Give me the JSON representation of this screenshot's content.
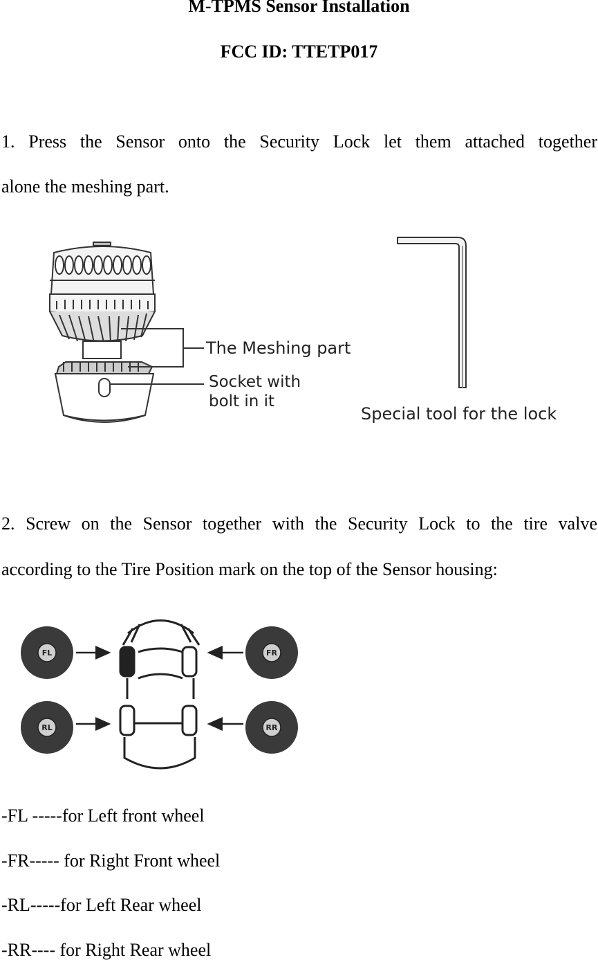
{
  "header": {
    "title": "M-TPMS Sensor Installation",
    "fcc_id": "FCC ID: TTETP017"
  },
  "step1": {
    "line1": "1. Press the Sensor onto the Security Lock let them attached together",
    "line2": "alone the meshing part.",
    "callout_meshing": "The Meshing part",
    "callout_socket_1": "Socket  with",
    "callout_socket_2": "bolt in it",
    "callout_tool": "Special tool for the lock"
  },
  "step2": {
    "line1": "2. Screw on the Sensor together with the Security Lock to the tire valve",
    "line2": "according to the Tire Position mark on the top of the Sensor housing:",
    "sensor_fl": "FL",
    "sensor_fr": "FR",
    "sensor_rl": "RL",
    "sensor_rr": "RR"
  },
  "legend": [
    "-FL -----for Left front wheel",
    "-FR----- for Right Front wheel",
    "-RL-----for Left Rear wheel",
    "-RR---- for Right Rear wheel"
  ]
}
